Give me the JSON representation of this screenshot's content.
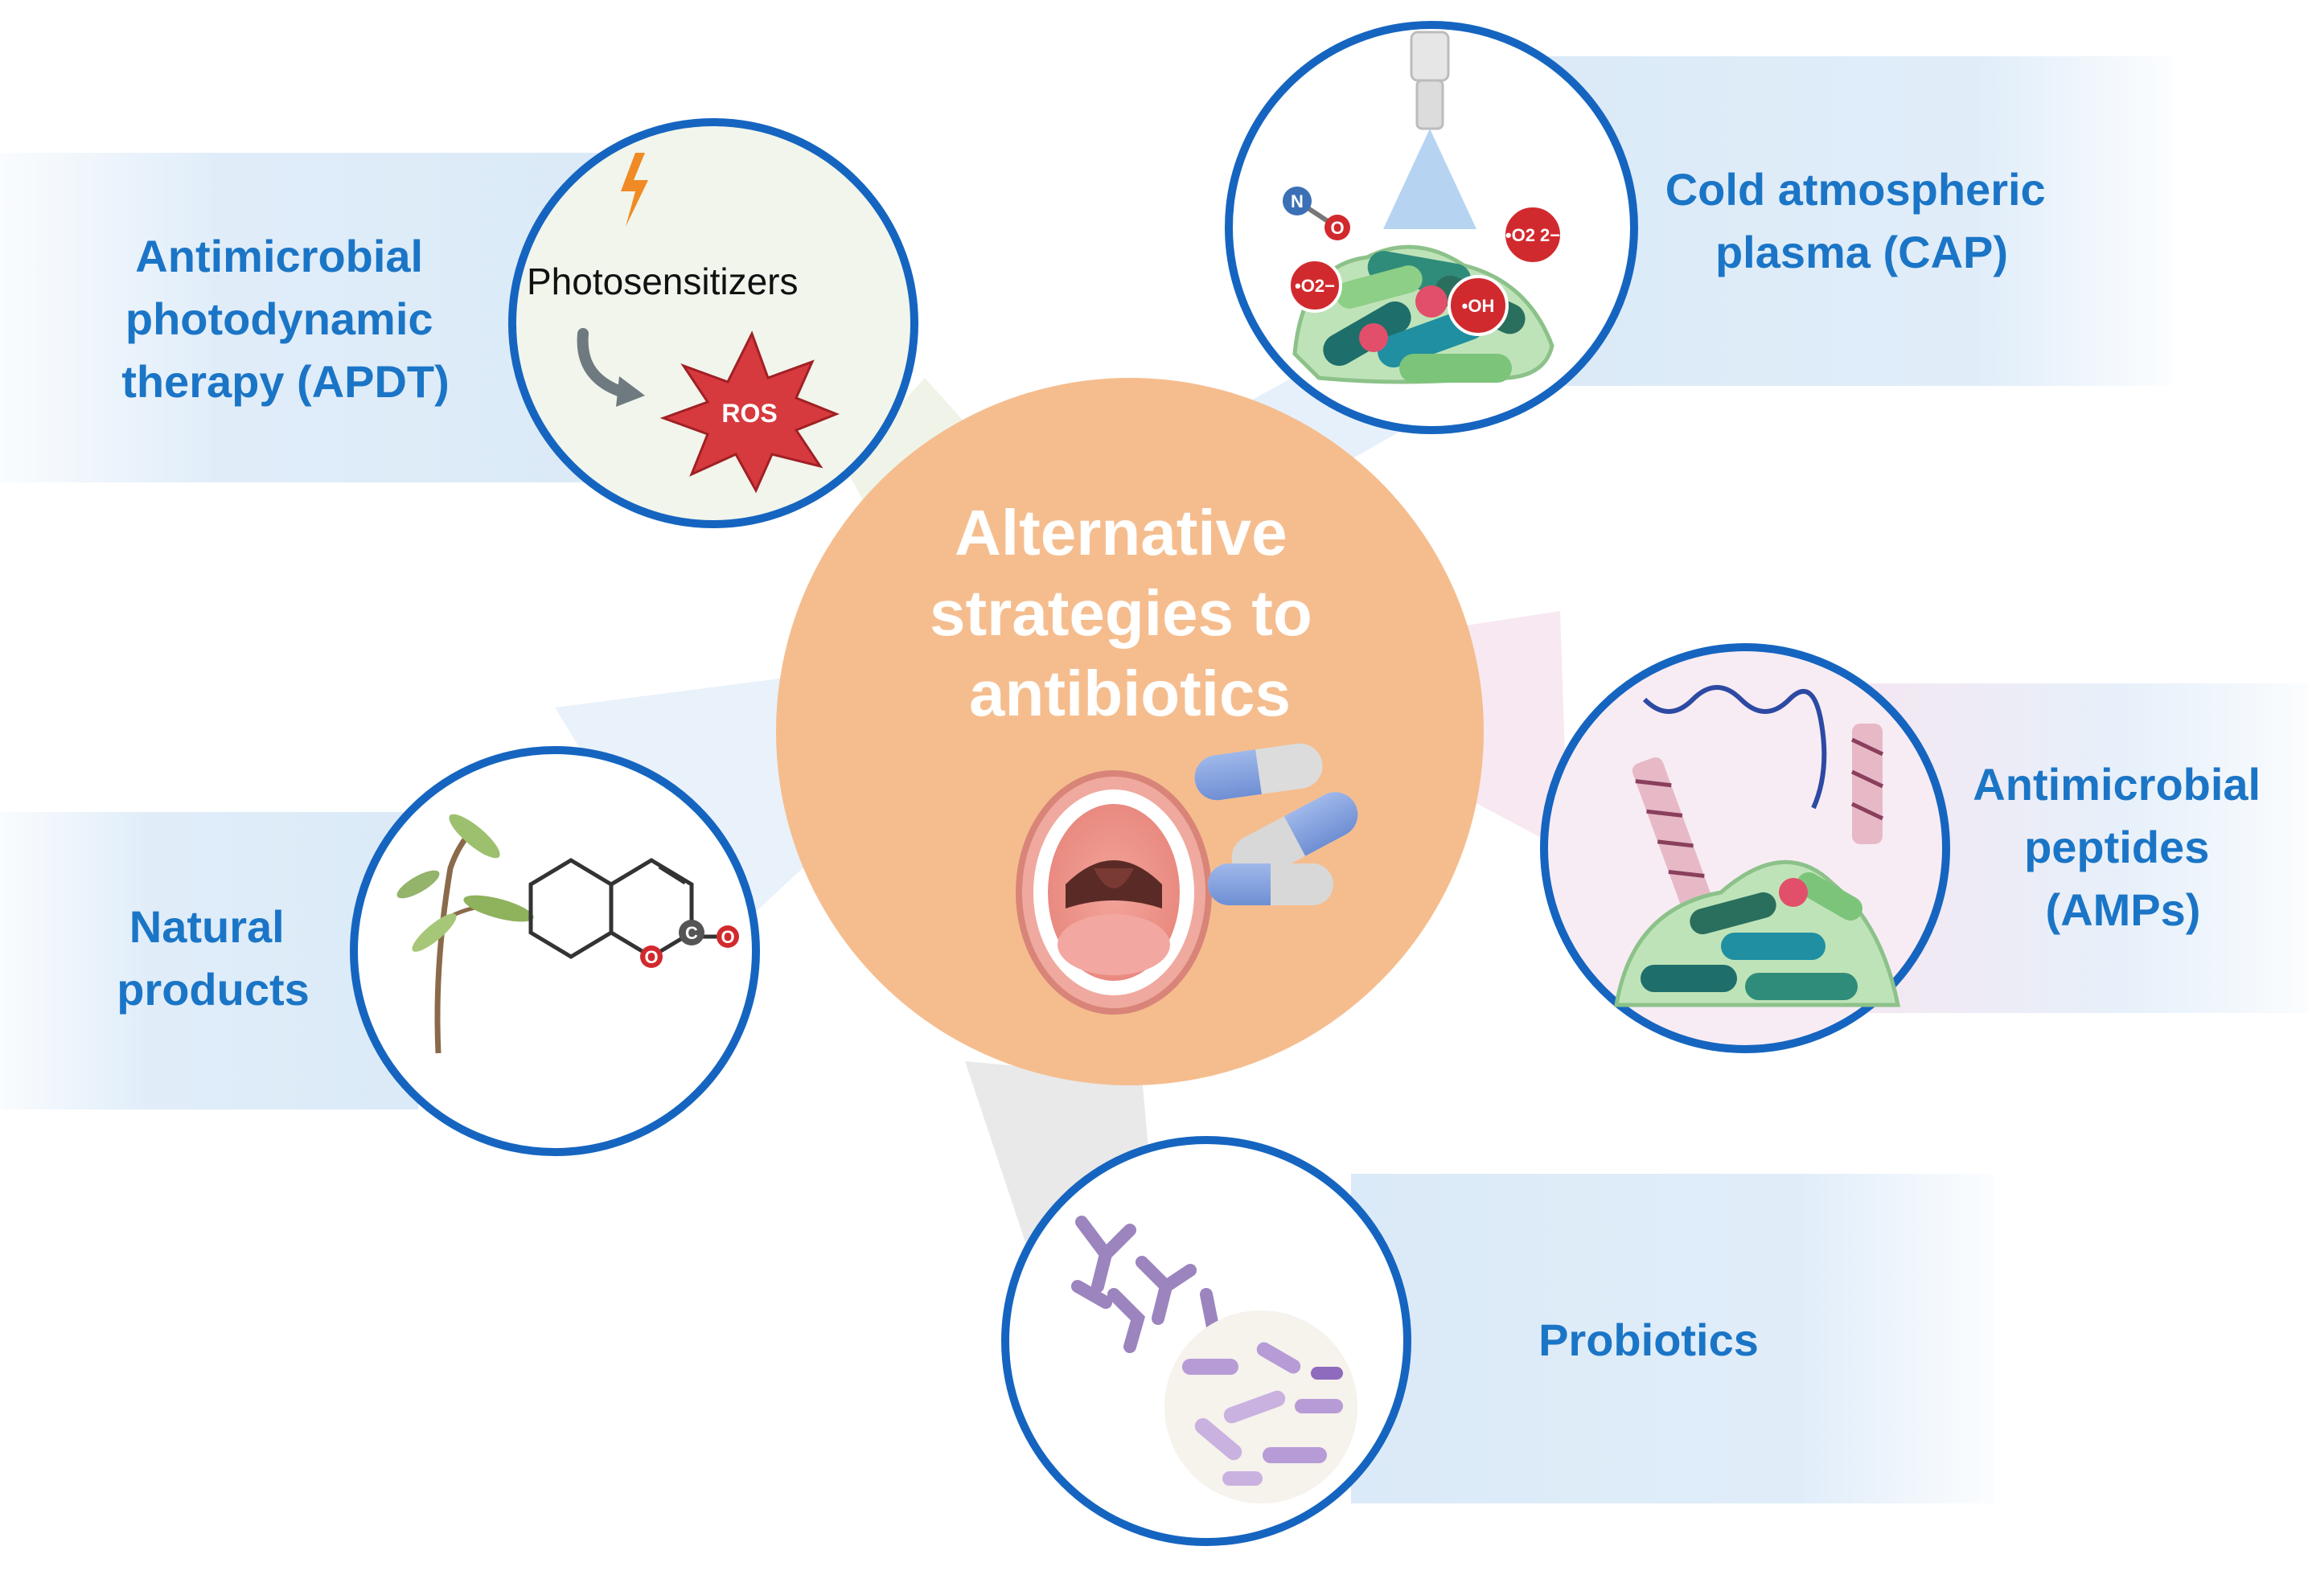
{
  "center": {
    "title_lines": [
      "Alternative",
      "strategies to",
      "antibiotics"
    ]
  },
  "strategies": [
    {
      "id": "apdt",
      "label_lines": [
        "Antimicrobial",
        "photodynamic",
        "therapy (APDT)"
      ]
    },
    {
      "id": "cap",
      "label_lines": [
        "Cold atmospheric",
        "plasma (CAP)"
      ]
    },
    {
      "id": "amps",
      "label_lines": [
        "Antimicrobial",
        "peptides",
        "(AMPs)"
      ]
    },
    {
      "id": "probiotics",
      "label_lines": [
        "Probiotics"
      ]
    },
    {
      "id": "natural",
      "label_lines": [
        "Natural",
        "products"
      ]
    }
  ],
  "apdt_icon": {
    "photosensitizers_label": "Photosensitizers",
    "ros_label": "ROS"
  },
  "cap_icon": {
    "species": [
      "•O2−",
      "•OH",
      "•O2 2−"
    ],
    "atoms": [
      "N",
      "O"
    ]
  },
  "natural_icon": {
    "atoms": [
      "O",
      "C",
      "O"
    ]
  },
  "colors": {
    "label_blue": "#1b75c6",
    "circle_border": "#1565c0",
    "center_fill": "#f5bd8e",
    "band_blue": "#dcebf9",
    "ros_red": "#d63a3e"
  }
}
